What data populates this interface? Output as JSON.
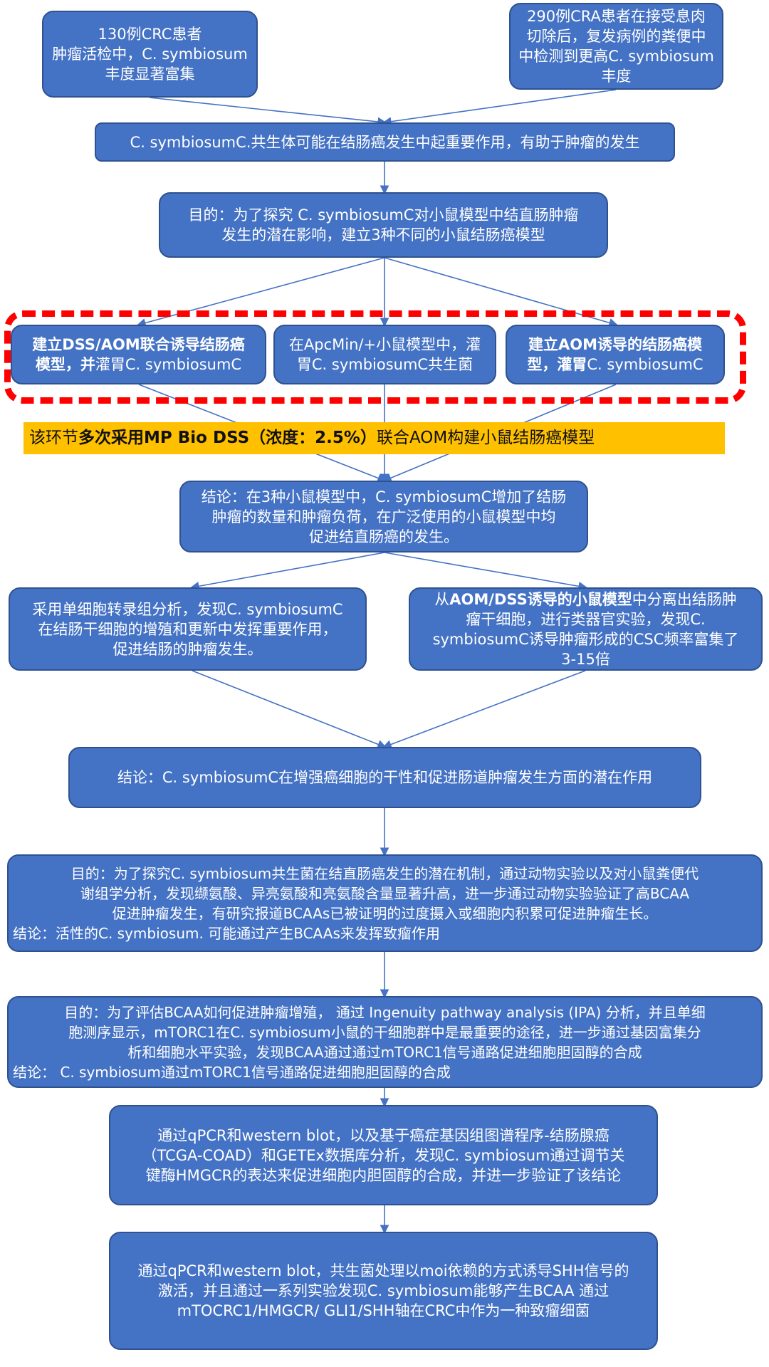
{
  "colors": {
    "box_fill": "#4472C4",
    "box_border": "#2F528F",
    "highlight": "#FFC000",
    "dash": "#FF0000",
    "arrow": "#4472C4"
  },
  "b1": [
    "130例CRC患者",
    "肿瘤活检中，C. symbiosum",
    "丰度显著富集"
  ],
  "b2": [
    "290例CRA患者在接受息肉",
    "切除后，复发病例的粪便中",
    "中检测到更高C. symbiosum",
    "丰度"
  ],
  "b3": [
    "C. symbiosumC.共生体可能在结肠癌发生中起重要作用，有助于肿瘤的发生"
  ],
  "b4": [
    "目的：为了探究 C. symbiosumC对小鼠模型中结直肠肿瘤",
    "发生的潜在影响，建立3种不同的小鼠结肠癌模型"
  ],
  "b5a": {
    "l1": "建立DSS/AOM联合诱导结肠癌",
    "l2_bold": "模型，并",
    "l2": "灌胃C. symbiosumC"
  },
  "b5b": [
    "在ApcMin/+小鼠模型中，灌",
    "胃C. symbiosumC共生菌"
  ],
  "b5c": {
    "l1": "建立AOM诱导的结肠癌模",
    "l2_bold": "型，灌胃",
    "l2": "C. symbiosumC"
  },
  "yellow": {
    "pre": "该环节",
    "bold": "多次采用MP Bio DSS（浓度：2.5%）",
    "post": "联合AOM构建小鼠结肠癌模型"
  },
  "b6": [
    "结论：在3种小鼠模型中，C. symbiosumC增加了结肠",
    "肿瘤的数量和肿瘤负荷，在广泛使用的小鼠模型中均",
    "促进结直肠癌的发生。"
  ],
  "b7a": [
    "采用单细胞转录组分析，发现C. symbiosumC",
    "在结肠干细胞的增殖和更新中发挥重要作用，",
    "促进结肠的肿瘤发生。"
  ],
  "b7b": {
    "l1_pre": "从",
    "l1_bold": "AOM/DSS诱导的小鼠模型",
    "l1_post": "中分离出结肠肿",
    "lines": [
      "瘤干细胞，进行类器官实验，发现C.",
      "symbiosumC诱导肿瘤形成的CSC频率富集了",
      "3-15倍"
    ]
  },
  "b8": [
    "结论：C. symbiosumC在增强癌细胞的干性和促进肠道肿瘤发生方面的潜在作用"
  ],
  "b9": [
    "目的：为了探究C. symbiosum共生菌在结直肠癌发生的潜在机制，通过动物实验以及对小鼠粪便代",
    "谢组学分析，发现缬氨酸、异亮氨酸和亮氨酸含量显著升高，进一步通过动物实验验证了高BCAA",
    "促进肿瘤发生，有研究报道BCAAs已被证明的过度摄入或细胞内积累可促进肿瘤生长。",
    "结论：活性的C. symbiosum. 可能通过产生BCAAs来发挥致瘤作用"
  ],
  "b10": [
    "目的：为了评估BCAA如何促进肿瘤增殖， 通过 Ingenuity pathway analysis (IPA)  分析，并且单细",
    "胞测序显示，mTORC1在C. symbiosum小鼠的干细胞群中是最重要的途径，进一步通过基因富集分",
    "析和细胞水平实验，发现BCAA通过通过mTORC1信号通路促进细胞胆固醇的合成",
    "结论：  C. symbiosum通过mTORC1信号通路促进细胞胆固醇的合成"
  ],
  "b11": [
    "通过qPCR和western blot，以及基于癌症基因组图谱程序-结肠腺癌",
    "（TCGA-COAD）和GETEx数据库分析，发现C. symbiosum通过调节关",
    "键酶HMGCR的表达来促进细胞内胆固醇的合成，并进一步验证了该结论"
  ],
  "b12": [
    "通过qPCR和western blot，共生菌处理以moi依赖的方式诱导SHH信号的",
    "激活，并且通过一系列实验发现C. symbiosum能够产生BCAA 通过",
    "mTOCRC1/HMGCR/ GLI1/SHH轴在CRC中作为一种致瘤细菌"
  ]
}
